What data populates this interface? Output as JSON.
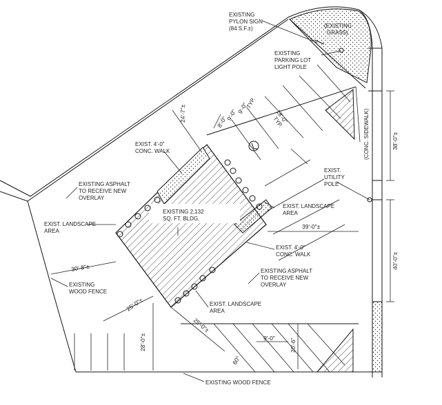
{
  "drawing": {
    "labels": {
      "pylon_sign": [
        "EXISTING",
        "PYLON SIGN",
        "(84 S.F.±)"
      ],
      "grass": [
        "(EXISTING",
        "GRASS)"
      ],
      "light_pole": [
        "EXISTING",
        "PARKING LOT",
        "LIGHT POLE"
      ],
      "typ_top": "TYP.",
      "typ_stall": "TYP.",
      "walk_top": [
        "EXIST. 4'-0\"",
        "CONC. WALK"
      ],
      "asphalt_left": [
        "EXISTING ASPHALT",
        "TO RECEIVE NEW",
        "OVERLAY"
      ],
      "landscape_left": [
        "EXIST. LANDSCAPE",
        "AREA"
      ],
      "building": [
        "EXISTING 2,132",
        "SQ. FT. BLDG."
      ],
      "utility_pole": [
        "EXIST.",
        "UTILITY",
        "POLE"
      ],
      "landscape_right": [
        "EXIST. LANDSCAPE",
        "AREA"
      ],
      "walk_right": [
        "EXIST. 4'-0\"",
        "CONC. WALK"
      ],
      "asphalt_right": [
        "EXISTING ASPHALT",
        "TO RECEIVE NEW",
        "OVERLAY"
      ],
      "wood_fence_left": [
        "EXISTING",
        "WOOD FENCE"
      ],
      "landscape_bottom": [
        "EXIST. LANDSCAPE",
        "AREA"
      ],
      "wood_fence_bottom": "EXISTING WOOD FENCE",
      "sidewalk": "(CONC. SIDEWALK)"
    },
    "dimensions": {
      "d_24_7": "24'-7\"±",
      "d_8_0": "8'-0\"",
      "d_9_0_a": "9'-0\"",
      "d_9_0_b": "9'-0\"",
      "d_18_0": "18'-0\"",
      "d_38_0": "38'-0\"±",
      "d_39_0": "39'-0\"±",
      "d_40_0": "40'-0\"±",
      "d_30_8": "30'-8\"±",
      "d_25_0_left": "25'-0\"±",
      "d_25_0_bottom": "25'-0\"±",
      "d_28_0": "28'-0\"±",
      "d_9_0_bottom": "9'-0\"",
      "d_20_6": "20'-6\"",
      "d_60": "60°"
    }
  }
}
